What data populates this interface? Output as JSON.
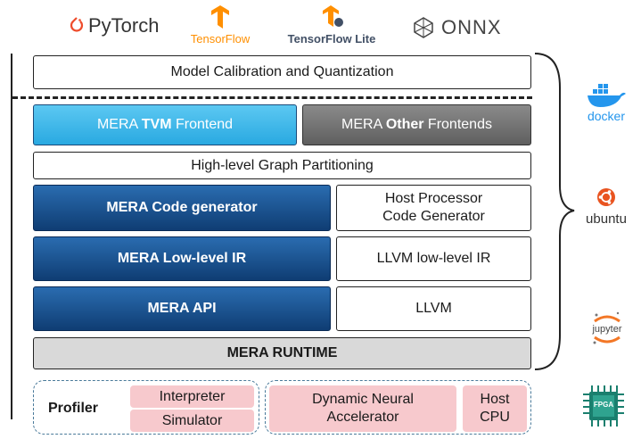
{
  "logos": {
    "pytorch": "PyTorch",
    "tensorflow": "TensorFlow",
    "tflite": "TensorFlow Lite",
    "onnx": "ONNX",
    "docker": "docker",
    "ubuntu": "ubuntu",
    "jupyter": "jupyter",
    "fpga": "FPGA"
  },
  "layers": {
    "calibration": "Model Calibration and Quantization",
    "tvm_prefix": "MERA ",
    "tvm_bold": "TVM",
    "tvm_suffix": " Frontend",
    "other_prefix": "MERA ",
    "other_bold": "Other",
    "other_suffix": " Frontends",
    "partitioning": "High-level Graph Partitioning",
    "codegen": "MERA Code generator",
    "host_codegen_line1": "Host Processor",
    "host_codegen_line2": "Code Generator",
    "lowlevel": "MERA Low-level IR",
    "llvm_ir": "LLVM low-level IR",
    "api": "MERA API",
    "llvm": "LLVM",
    "runtime": "MERA RUNTIME"
  },
  "hardware": {
    "profiler": "Profiler",
    "interpreter": "Interpreter",
    "simulator": "Simulator",
    "dna_line1": "Dynamic Neural",
    "dna_line2": "Accelerator",
    "host_line1": "Host",
    "host_line2": "CPU"
  },
  "colors": {
    "mera_blue": "#1a5a9a",
    "tvm_light_blue": "#29a9e1",
    "other_gray": "#6e6e6e",
    "runtime_gray": "#d9d9d9",
    "hardware_pink": "#f7c9cd",
    "pytorch_orange": "#ee4c2c",
    "tensorflow_orange": "#ff8f00",
    "docker_blue": "#2496ed",
    "ubuntu_orange": "#e95420"
  }
}
